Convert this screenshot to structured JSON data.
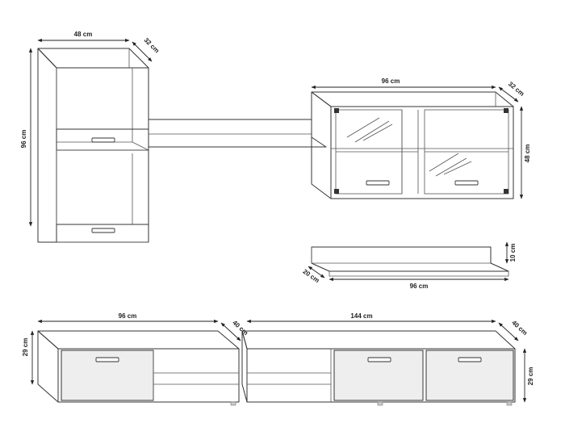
{
  "labels": {
    "wall_cabinet_width": "48 cm",
    "wall_cabinet_depth": "32 cm",
    "wall_cabinet_height": "96 cm",
    "glass_cabinet_width": "96 cm",
    "glass_cabinet_depth": "32 cm",
    "glass_cabinet_height": "48 cm",
    "shelf_width": "96 cm",
    "shelf_depth": "20 cm",
    "shelf_height": "10 cm",
    "tv_small_width": "96 cm",
    "tv_small_depth": "40 cm",
    "tv_small_height": "29 cm",
    "tv_large_width": "144 cm",
    "tv_large_depth": "40 cm",
    "tv_large_height": "29 cm"
  },
  "colors": {
    "line": "#333333",
    "front_panel": "#eeeeee",
    "background": "#ffffff"
  }
}
